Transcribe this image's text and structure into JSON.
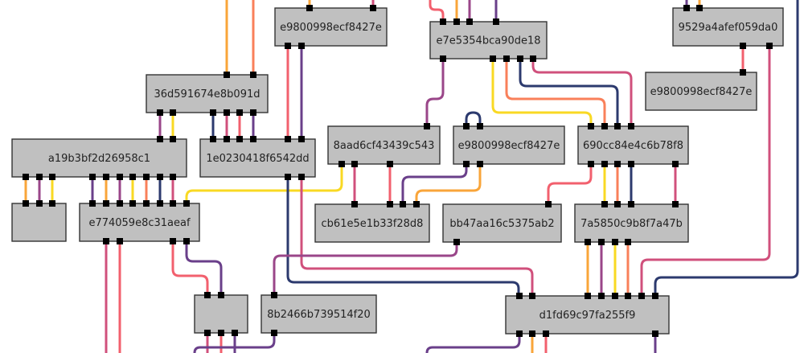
{
  "palette": {
    "background": "#ffffff",
    "node_fill": "#c0c0c0",
    "node_border": "#333333",
    "port": "#000000",
    "orange": "#f9a53a",
    "coral": "#f9805a",
    "coral_red": "#f2606e",
    "pink": "#d0507c",
    "magenta": "#9a4689",
    "purple": "#6a3f8a",
    "navy": "#2c3a6e",
    "yellow": "#f9d923"
  },
  "nodes": [
    {
      "label": "e9800998ecf8427e"
    },
    {
      "label": "e7e5354bca90de18"
    },
    {
      "label": "9529a4afef059da0"
    },
    {
      "label": "e9800998ecf8427e"
    },
    {
      "label": "36d591674e8b091d"
    },
    {
      "label": "a19b3bf2d26958c1"
    },
    {
      "label": "1e0230418f6542dd"
    },
    {
      "label": "8aad6cf43439c543"
    },
    {
      "label": "e9800998ecf8427e"
    },
    {
      "label": "690cc84e4c6b78f8"
    },
    {
      "label": ""
    },
    {
      "label": "e774059e8c31aeaf"
    },
    {
      "label": "cb61e5e1b33f28d8"
    },
    {
      "label": "bb47aa16c5375ab2"
    },
    {
      "label": "7a5850c9b8f7a47b"
    },
    {
      "label": ""
    },
    {
      "label": "8b2466b739514f20"
    },
    {
      "label": "d1fd69c97fa255f9"
    }
  ]
}
